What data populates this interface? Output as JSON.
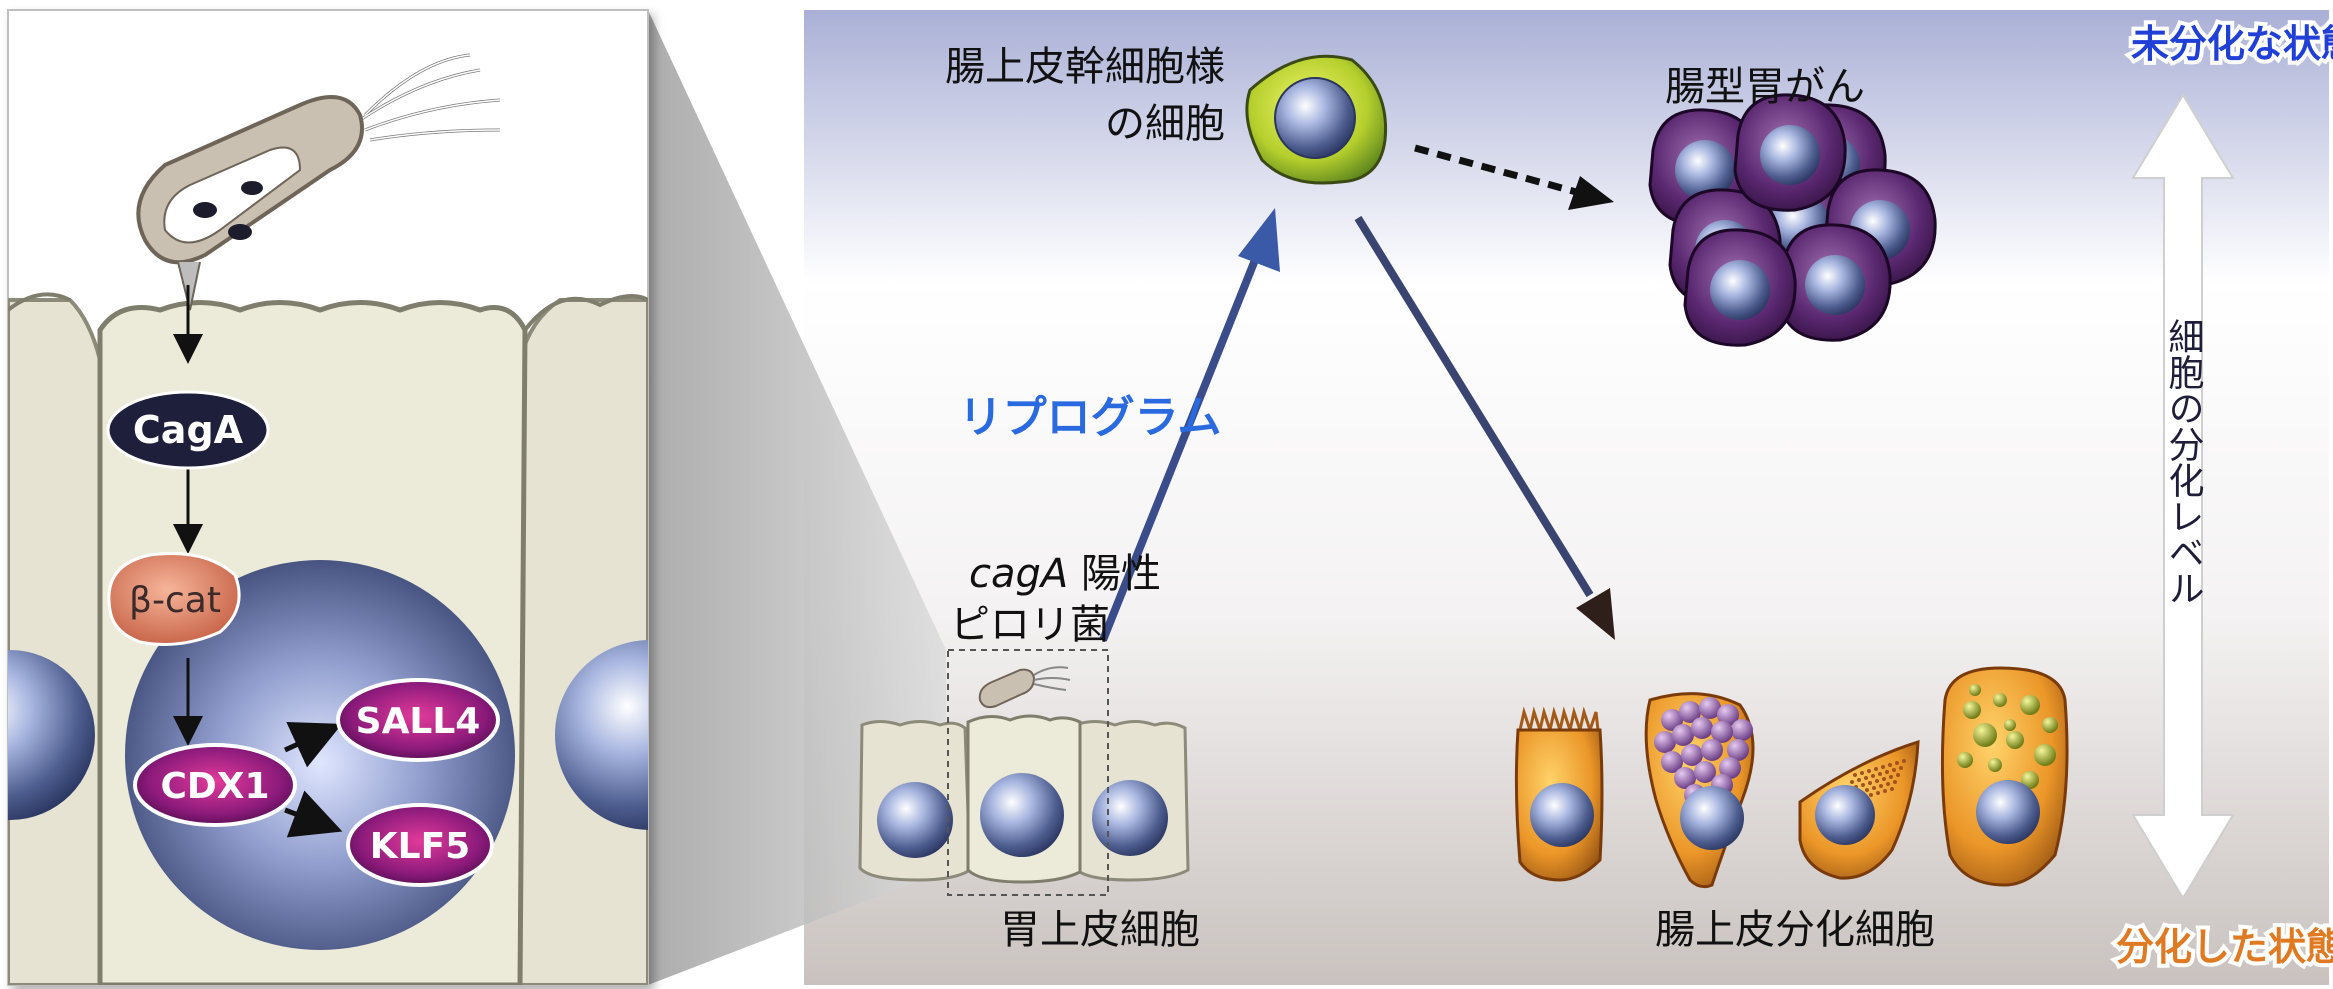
{
  "left_panel": {
    "labels": {
      "caga": "CagA",
      "beta_cat": "β-cat",
      "cdx1": "CDX1",
      "sall4": "SALL4",
      "klf5": "KLF5"
    }
  },
  "right_panel": {
    "stem_cell_label_line1": "腸上皮幹細胞様",
    "stem_cell_label_line2": "の細胞",
    "cancer_label": "腸型胃がん",
    "reprogram_label": "リプログラム",
    "bacteria_label_italic": "cagA",
    "bacteria_label_rest": " 陽性",
    "bacteria_label_line2": "ピロリ菌",
    "gastric_cells_label": "胃上皮細胞",
    "intestinal_cells_label": "腸上皮分化細胞",
    "scale": {
      "top_label": "未分化な状態",
      "bottom_label": "分化した状態",
      "axis_label": "細胞の分化レベル"
    }
  },
  "colors": {
    "top_label": "#1f3fd6",
    "bottom_label": "#e07a22",
    "reprogram_label": "#2a6ae0",
    "marker_fill": "#8a1a7a"
  }
}
